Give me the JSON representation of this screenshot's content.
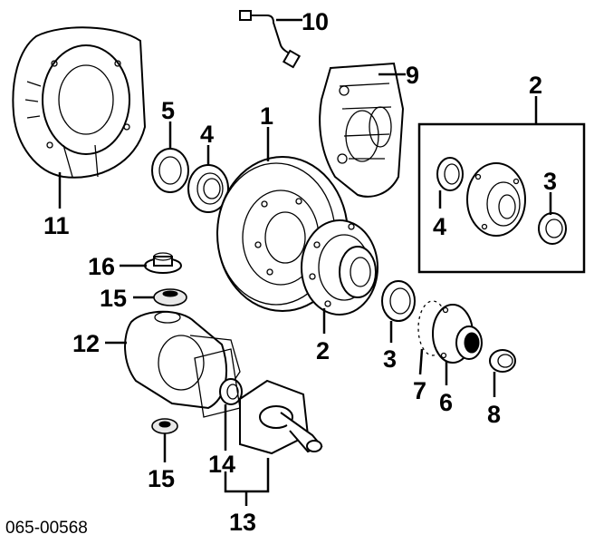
{
  "diagram_code": "065-00568",
  "callouts": {
    "c1": "1",
    "c2_rotor_hub": "2",
    "c2_inset": "2",
    "c3_main": "3",
    "c3_inset": "3",
    "c4_main": "4",
    "c4_inset": "4",
    "c5": "5",
    "c6": "6",
    "c7": "7",
    "c8": "8",
    "c9": "9",
    "c10": "10",
    "c11": "11",
    "c12": "12",
    "c13": "13",
    "c14": "14",
    "c15_top": "15",
    "c15_bottom": "15",
    "c16": "16"
  }
}
